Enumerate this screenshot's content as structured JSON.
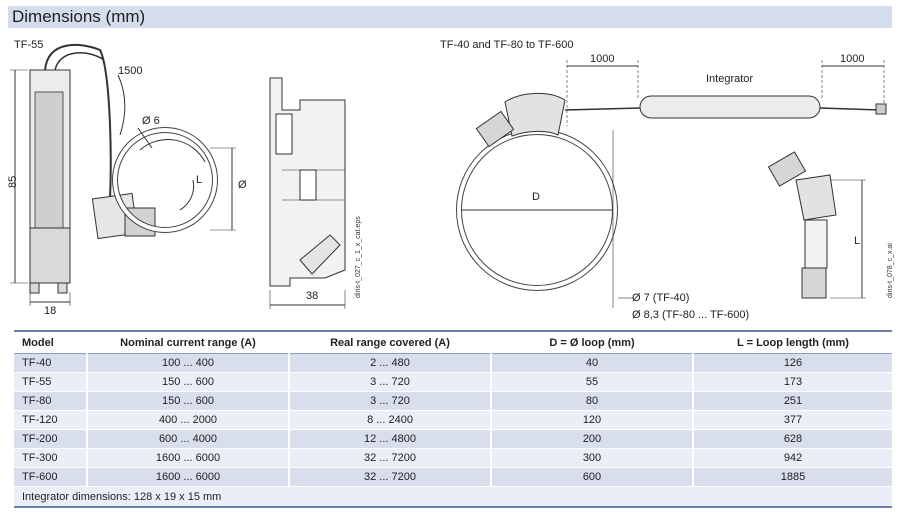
{
  "title": "Dimensions (mm)",
  "drawing": {
    "tf55": {
      "name": "TF-55",
      "dim_cable": "1500",
      "dim_dia": "Ø 6",
      "dim_loop_len": "L",
      "dim_loop_dia": "Ø",
      "dim_height": "85",
      "dim_width": "18"
    },
    "side": {
      "dim_width": "38",
      "ref": "diris-t_027_c_1_x_cat.eps"
    },
    "tf40": {
      "name": "TF-40 and TF-80 to TF-600",
      "dim_left": "1000",
      "dim_right": "1000",
      "integrator": "Integrator",
      "dim_d": "D",
      "dim_l": "L",
      "note1": "Ø 7 (TF-40)",
      "note2": "Ø 8,3 (TF-80 ... TF-600)",
      "ref": "diris-t_078_c_x.ai"
    }
  },
  "table": {
    "headers": [
      "Model",
      "Nominal current range (A)",
      "Real range covered (A)",
      "D = Ø loop (mm)",
      "L = Loop length  (mm)"
    ],
    "rows": [
      [
        "TF-40",
        "100 ... 400",
        "2 ... 480",
        "40",
        "126"
      ],
      [
        "TF-55",
        "150 ... 600",
        "3 ... 720",
        "55",
        "173"
      ],
      [
        "TF-80",
        "150 ... 600",
        "3 ... 720",
        "80",
        "251"
      ],
      [
        "TF-120",
        "400 ... 2000",
        "8 ... 2400",
        "120",
        "377"
      ],
      [
        "TF-200",
        "600 ... 4000",
        "12 ... 4800",
        "200",
        "628"
      ],
      [
        "TF-300",
        "1600 ... 6000",
        "32 ... 7200",
        "300",
        "942"
      ],
      [
        "TF-600",
        "1600 ... 6000",
        "32 ... 7200",
        "600",
        "1885"
      ]
    ],
    "footer": "Integrator dimensions: 128 x 19 x 15 mm"
  }
}
